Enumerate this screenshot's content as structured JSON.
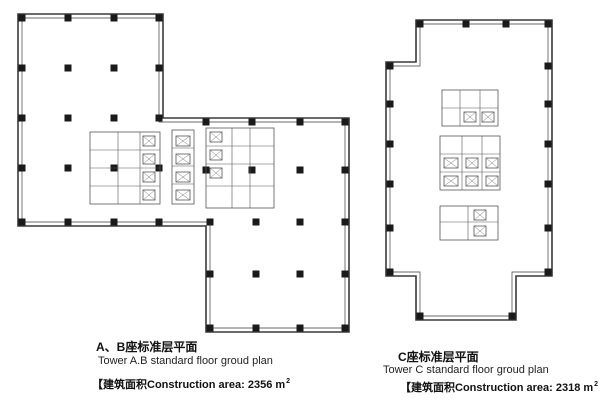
{
  "tower_ab": {
    "title_cn": "A、B座标准层平面",
    "title_en": "Tower A.B standard floor groud plan",
    "area_prefix": "【建筑面积Construction area: 2356 m",
    "area_sup": "2"
  },
  "tower_c": {
    "title_cn": "C座标准层平面",
    "title_en": "Tower C standard floor groud plan",
    "area_prefix": "【建筑面积Construction area: 2318 m",
    "area_sup": "2"
  },
  "colors": {
    "wall": "#3a3a3a",
    "column": "#1a1a1a",
    "core": "#555555",
    "background": "#ffffff"
  }
}
